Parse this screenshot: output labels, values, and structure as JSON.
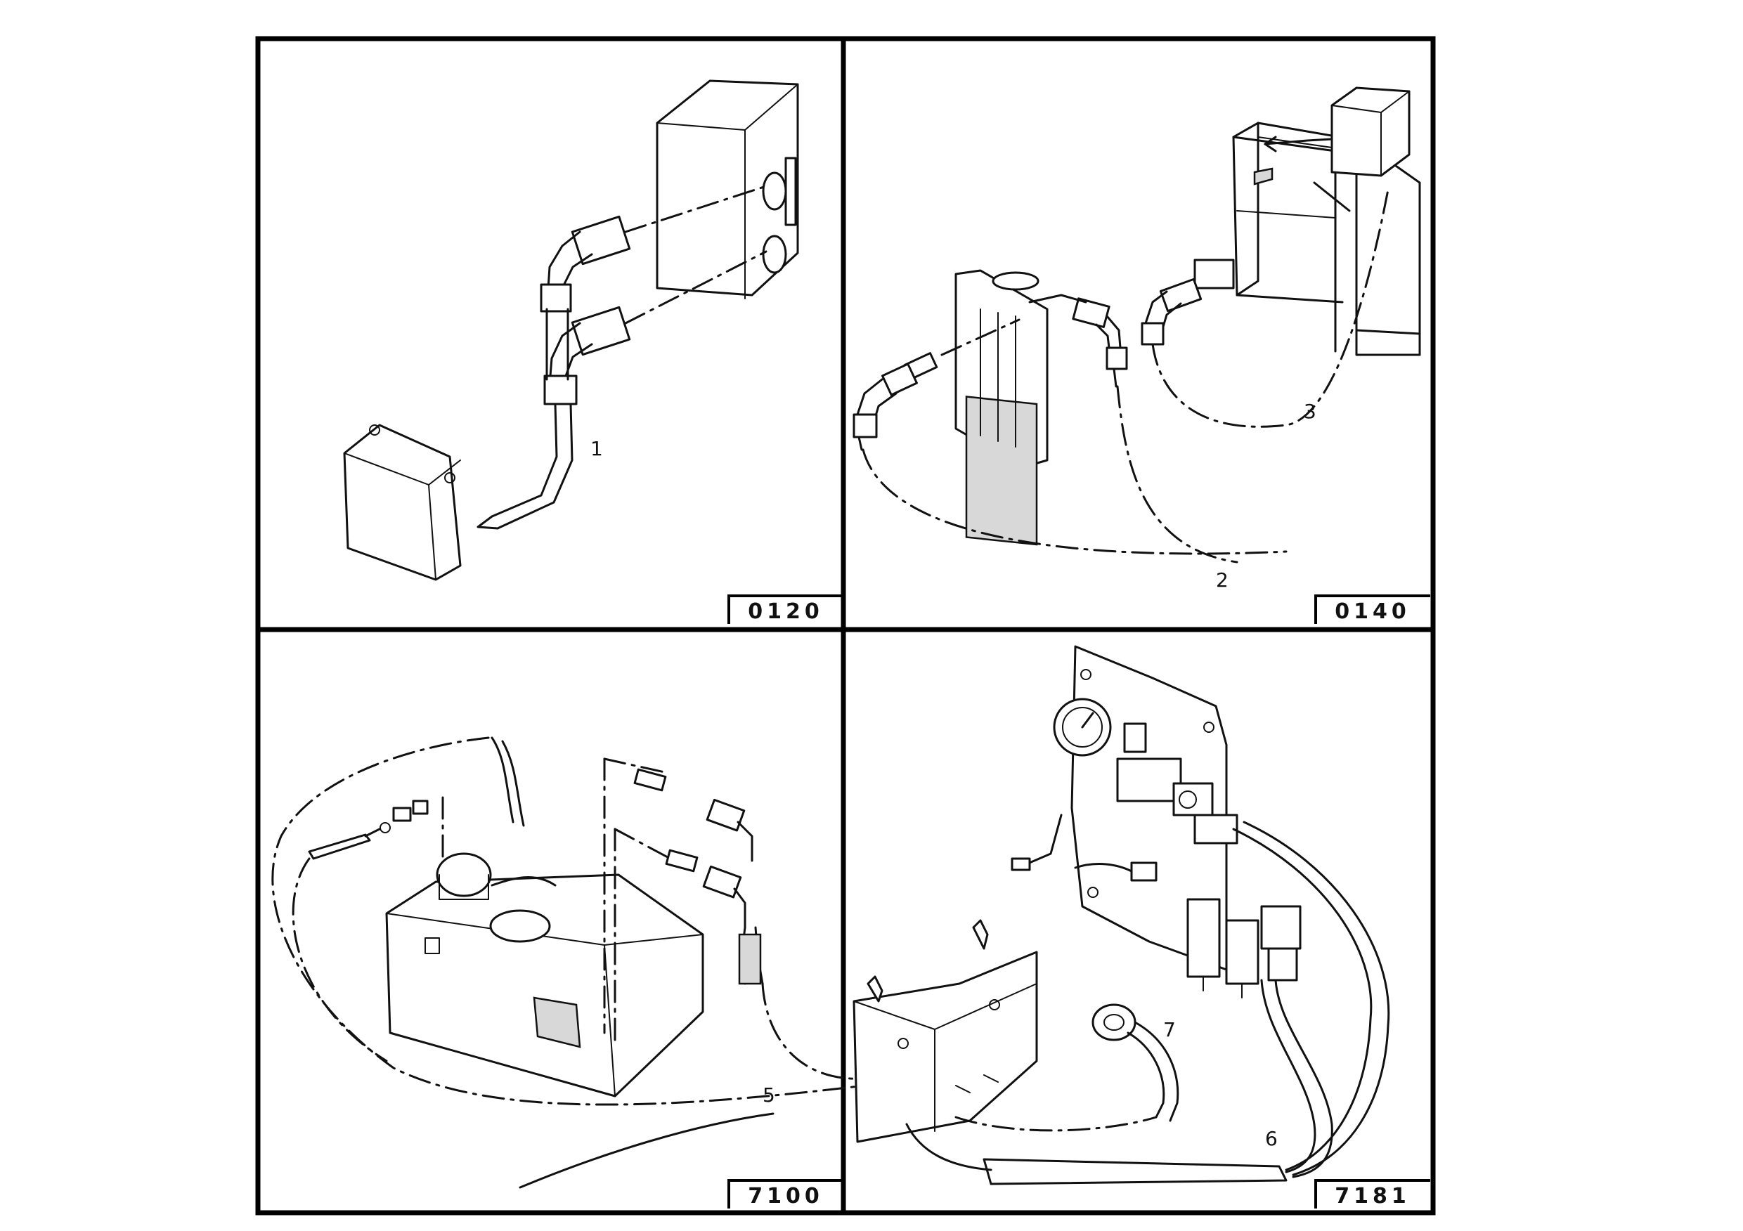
{
  "panels": [
    {
      "code": "0120",
      "callouts": [
        "1"
      ]
    },
    {
      "code": "0140",
      "callouts": [
        "3",
        "2"
      ]
    },
    {
      "code": "7100",
      "callouts": [
        "5"
      ]
    },
    {
      "code": "7181",
      "callouts": [
        "7",
        "6"
      ]
    }
  ]
}
